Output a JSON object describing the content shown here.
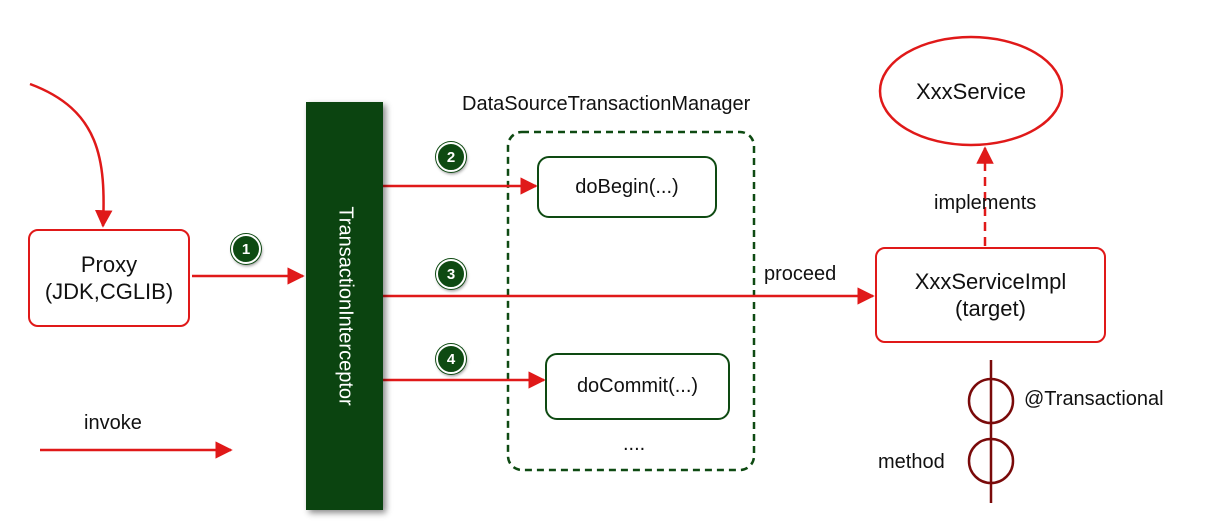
{
  "interceptor": {
    "label": "TransactionInterceptor"
  },
  "proxy": {
    "line1": "Proxy",
    "line2": "(JDK,CGLIB)"
  },
  "manager": {
    "title": "DataSourceTransactionManager",
    "do_begin": "doBegin(...)",
    "do_commit": "doCommit(...)",
    "ellipsis": "...."
  },
  "service": {
    "interface": "XxxService",
    "impl_line1": "XxxServiceImpl",
    "impl_line2": "(target)",
    "implements_label": "implements"
  },
  "labels": {
    "proceed": "proceed",
    "invoke": "invoke",
    "transactional": "@Transactional",
    "method": "method"
  },
  "steps": [
    "1",
    "2",
    "3",
    "4"
  ],
  "colors": {
    "red": "#e01919",
    "dark_green": "#0b4410",
    "maroon": "#7a0a0a"
  }
}
